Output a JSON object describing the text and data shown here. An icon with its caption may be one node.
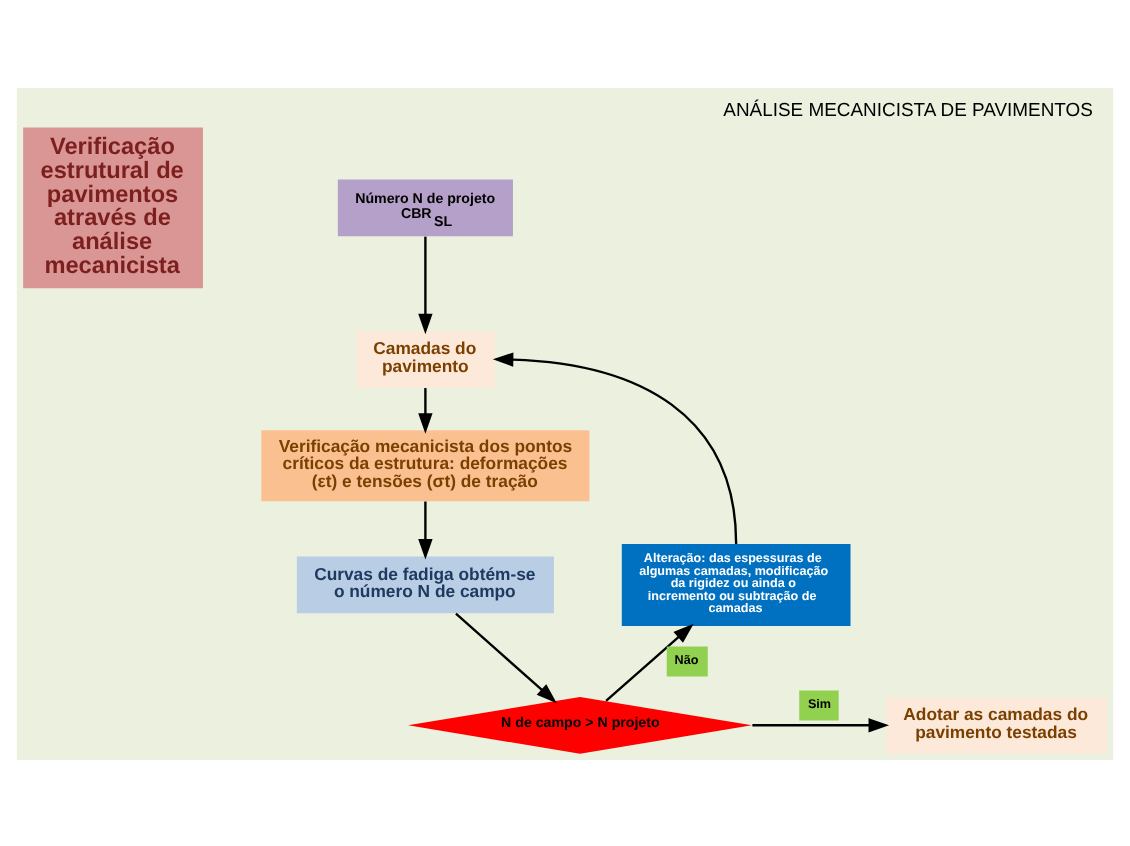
{
  "diagram": {
    "title": "ANÁLISE MECANICISTA DE PAVIMENTOS",
    "nodes": [
      {
        "text": [
          "Verificação estrutural de pavimentos através de análise mecanicista"
        ]
      },
      {
        "text": [
          "Número N de projeto CBR$_{SL}$"
        ]
      },
      {
        "text": [
          "Camadas do pavimento"
        ]
      },
      {
        "text": [
          "Verificação mecanicista dos pontos críticos da estrutura: deformações (εt) e tensões (σt) de tração"
        ]
      },
      {
        "text": [
          "Curvas de fadiga obtém-se o número N de campo"
        ]
      },
      {
        "text": [
          "N de campo > N projeto"
        ]
      },
      {
        "text": [
          "Adotar as camadas do pavimento testadas"
        ]
      },
      {
        "text": [
          "Alteração: das espessuras de algumas camadas, modificação da rigidez ou ainda o incremento ou subtração de camadas"
        ]
      }
    ],
    "edges": [
      {
        "from": 1,
        "to": 2,
        "arrow": "to"
      },
      {
        "from": 2,
        "to": 3,
        "arrow": "to"
      },
      {
        "from": 3,
        "to": 4,
        "arrow": "to"
      },
      {
        "from": 4,
        "to": 5,
        "arrow": "to"
      },
      {
        "from": 5,
        "to": 6,
        "arrow": "to",
        "label": "Sim"
      },
      {
        "from": 5,
        "to": 7,
        "arrow": "to",
        "label": "Não"
      },
      {
        "from": 7,
        "to": 2,
        "arrow": "to"
      }
    ]
  }
}
